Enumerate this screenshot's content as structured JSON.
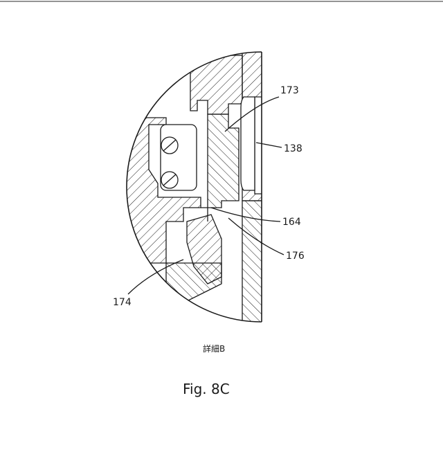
{
  "figure": {
    "caption": "Fig. 8C",
    "detail_title": "詳細B"
  },
  "labels": {
    "l173": "173",
    "l138": "138",
    "l164": "164",
    "l176": "176",
    "l174": "174"
  }
}
